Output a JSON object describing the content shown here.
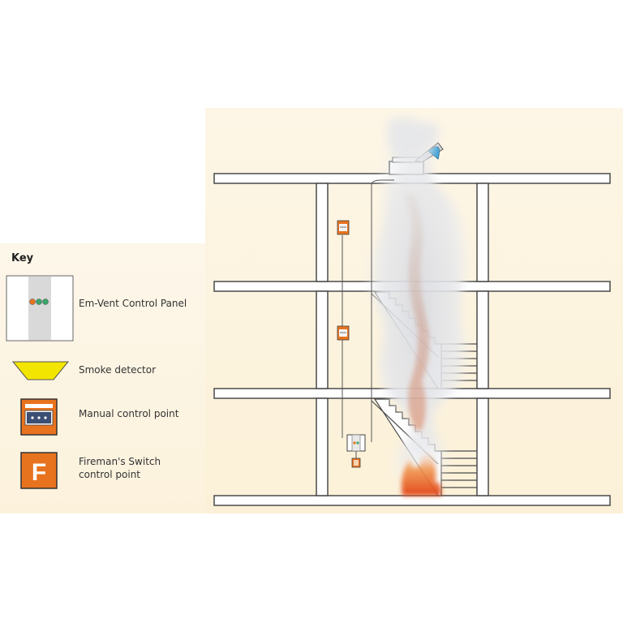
{
  "key": {
    "title": "Key",
    "items": [
      {
        "label": "Em-Vent Control Panel"
      },
      {
        "label": "Smoke detector"
      },
      {
        "label": "Manual control point"
      },
      {
        "label": "Fireman's Switch\ncontrol point",
        "icon_letter": "F"
      }
    ]
  },
  "colors": {
    "background": "#fcf3dd",
    "wall": "#4a4a4a",
    "smoke_detector": "#f2e500",
    "manual_point": "#e8731e",
    "fireman_switch": "#e8731e",
    "vent_blue": "#3a9fd6",
    "fire": "#e4511a"
  }
}
